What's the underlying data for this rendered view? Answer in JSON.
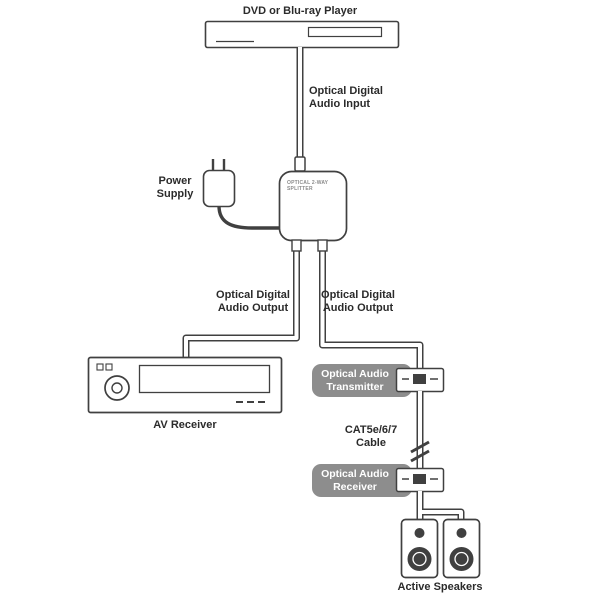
{
  "colors": {
    "background": "#ffffff",
    "line": "#404040",
    "label_box": "#8d8d8d",
    "label_box_text": "#ffffff",
    "text": "#2b2b2b"
  },
  "nodes": {
    "dvd_player": {
      "label": "DVD or Blu-ray Player"
    },
    "optical_input": {
      "label": "Optical Digital\nAudio Input"
    },
    "power_supply": {
      "label": "Power\nSupply"
    },
    "splitter": {
      "label": "OPTICAL 2-WAY\nSPLITTER"
    },
    "output_left": {
      "label": "Optical Digital\nAudio Output"
    },
    "output_right": {
      "label": "Optical Digital\nAudio Output"
    },
    "av_receiver": {
      "label": "AV Receiver"
    },
    "transmitter": {
      "label": "Optical Audio\nTransmitter"
    },
    "cat_cable": {
      "label": "CAT5e/6/7\nCable"
    },
    "receiver": {
      "label": "Optical Audio\nReceiver"
    },
    "active_speakers": {
      "label": "Active Speakers"
    }
  }
}
